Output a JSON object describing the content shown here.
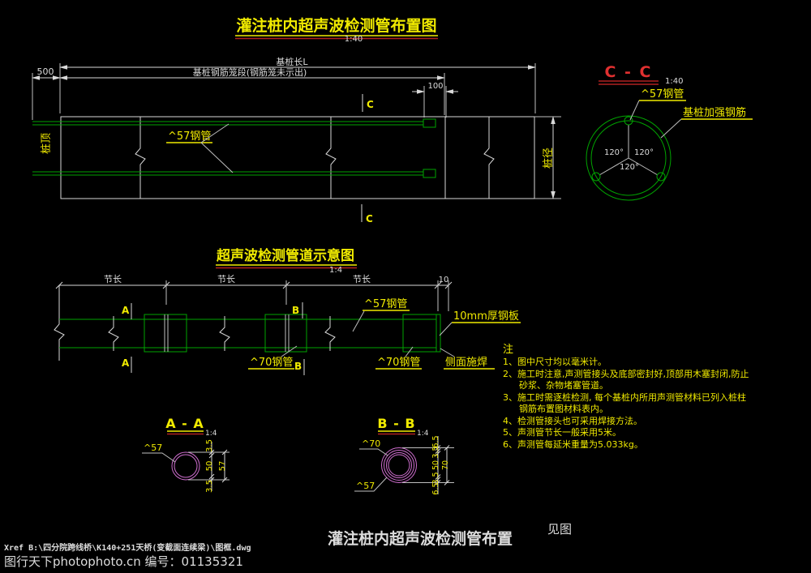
{
  "page": {
    "top_title": "灌注桩内超声波检测管布置图",
    "top_title_scale": "1:40",
    "see_figure": "见图",
    "bottom_caption": "灌注桩内超声波检测管布置"
  },
  "elevation": {
    "dim_pile_length": "基桩长L",
    "dim_cage_zone": "基桩钢筋笼段(钢筋笼未示出)",
    "dim_protrusion": "500",
    "dim_end_offset": "100",
    "label_pile_top": "桩顶",
    "label_pile_diameter": "桩径",
    "label_pipe57": "^57钢管",
    "section_mark": "C"
  },
  "section_cc": {
    "title": "C - C",
    "scale": "1:40",
    "label_pipe57": "^57钢管",
    "label_reinforcement": "基桩加强钢筋",
    "angles": [
      "120°",
      "120°",
      "120°"
    ]
  },
  "schematic": {
    "title": "超声波检测管道示意图",
    "scale": "1:4",
    "dim_segment": "节长",
    "dim_end": "10",
    "marker_a": "A",
    "marker_b": "B",
    "label_pipe57": "^57钢管",
    "label_plate": "10mm厚钢板",
    "label_pipe70_a": "^70钢管",
    "label_pipe70_b": "^70钢管",
    "label_weld": "侧面施焊"
  },
  "section_aa": {
    "title": "A - A",
    "scale": "1:4",
    "label_57": "^57",
    "dims": {
      "wall_top": "3.5",
      "bore": "50",
      "wall_bottom": "3.5",
      "outer": "57"
    }
  },
  "section_bb": {
    "title": "B - B",
    "scale": "1:4",
    "label_70": "^70",
    "label_57": "^57",
    "dims": {
      "gap_top": "6.5",
      "wall_top": "3.5",
      "bore": "50",
      "wall_bottom": "3.5",
      "gap_bottom": "6.5",
      "outer": "70"
    }
  },
  "notes": {
    "heading": "注",
    "items": [
      "1、图中尺寸均以毫米计。",
      "2、施工时注意,声测管接头及底部密封好,顶部用木塞封闭,防止",
      "砂浆、杂物堵塞管道。",
      "3、施工时需逐桩检测, 每个基桩内所用声测管材料已列入桩柱",
      "钢筋布置图材料表内。",
      "4、检测管接头也可采用焊接方法。",
      "5、声测管节长一般采用5米。",
      "6、声测管每延米重量为5.033kg。"
    ]
  },
  "statusbar": {
    "xref_path": "Xref B:\\四分院跨线桥\\K140+251天桥(变截面连续梁)\\图框.dwg",
    "watermark": "图行天下photophoto.cn  编号：01135321"
  },
  "colors": {
    "background": "#000000",
    "line_white": "#d9d9d9",
    "line_green": "#00a400",
    "line_magenta": "#cf6ecf",
    "text_yellow": "#f0ea00",
    "accent_red": "#c02020"
  }
}
